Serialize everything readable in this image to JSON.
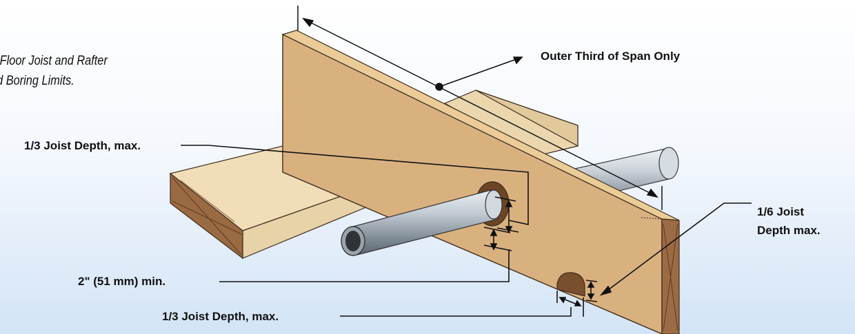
{
  "caption": {
    "line1": "n Floor Joist and Rafter",
    "line2": "nd Boring Limits."
  },
  "labels": {
    "outer_third": "Outer Third of Span Only",
    "joist_depth_upper": "1/3 Joist Depth, max.",
    "sixth_depth_line1": "1/6 Joist",
    "sixth_depth_line2": "Depth max.",
    "two_inch_min": "2\" (51 mm) min.",
    "joist_depth_lower": "1/3 Joist Depth, max."
  },
  "colors": {
    "joist_face": "#d9b17f",
    "joist_top": "#ebcb98",
    "joist_end": "#9c6b44",
    "beam_face": "#e8d2a8",
    "beam_top": "#f1deb8",
    "beam_end": "#9a6a42",
    "pipe": "#b9c3cc",
    "background_bottom": "#d3e4f6"
  }
}
